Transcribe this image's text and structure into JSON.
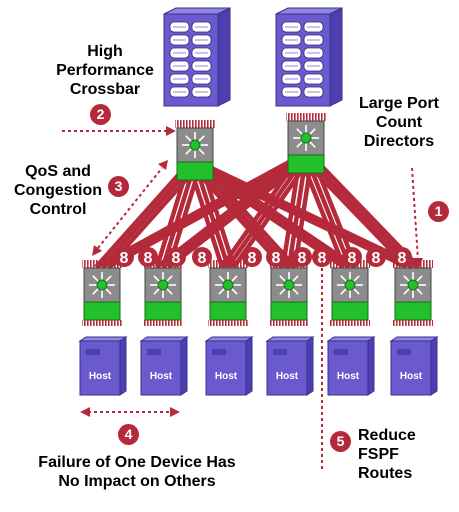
{
  "labels": {
    "crossbar": "High Performance Crossbar",
    "directors": "Large Port Count Directors",
    "qos": "QoS and Congestion Control",
    "failure": "Failure of One Device Has No Impact on Others",
    "fspf": "Reduce FSPF Routes"
  },
  "markers": [
    "1",
    "2",
    "3",
    "4",
    "5"
  ],
  "link_badge": "8",
  "host_label": "Host",
  "colors": {
    "link": "#b52a3a",
    "chassis": "#6a5acd",
    "switch_green": "#22c02a",
    "switch_gray": "#8c8c8c",
    "marker": "#b52a3a"
  }
}
